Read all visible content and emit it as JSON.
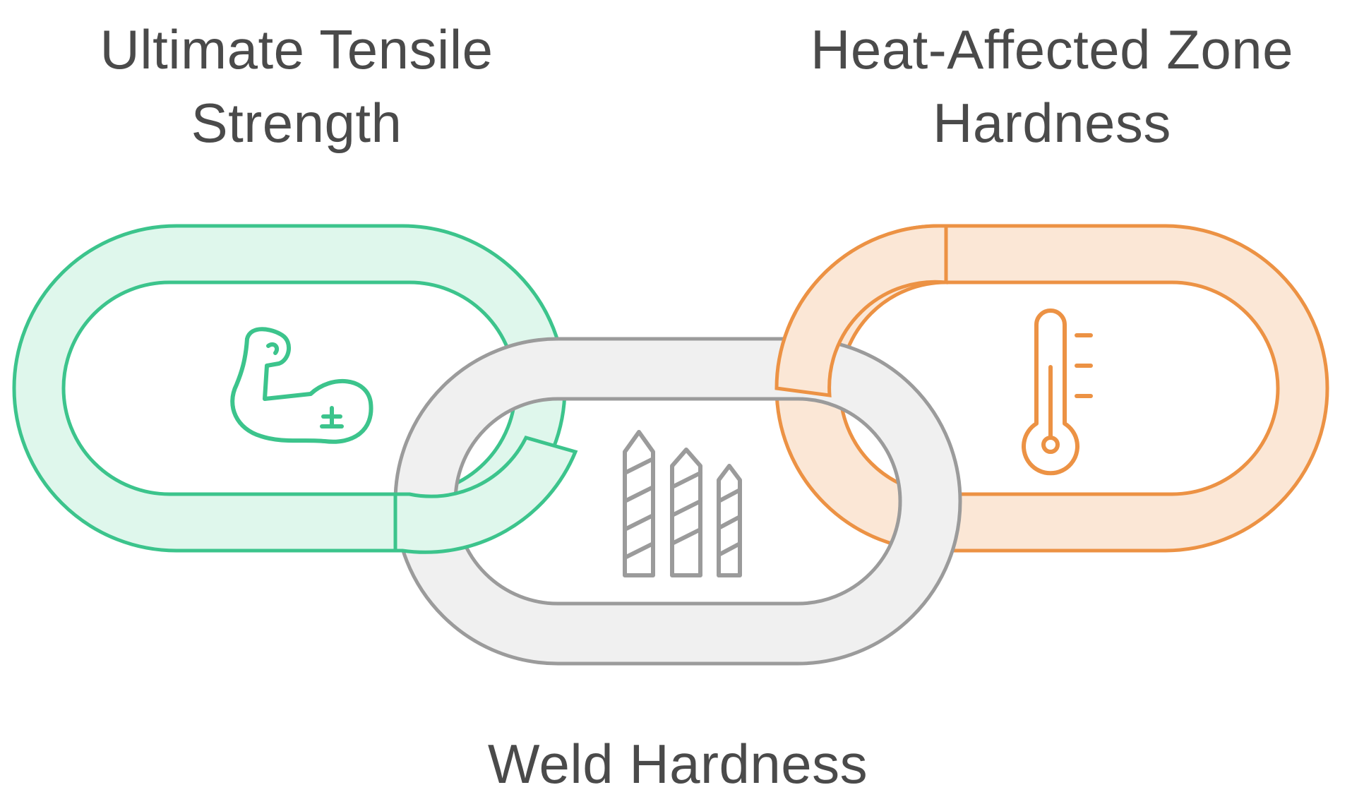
{
  "colors": {
    "green_stroke": "#3cc48c",
    "green_fill": "#dff7ec",
    "gray_stroke": "#9b9b9b",
    "gray_fill": "#f0f0f0",
    "orange_stroke": "#ec9244",
    "orange_fill": "#fbe7d6",
    "text": "#4a4a4a"
  },
  "links": [
    {
      "id": "tensile",
      "label_lines": [
        "Ultimate Tensile",
        "Strength"
      ],
      "icon": "flexed-arm-icon",
      "color": "green"
    },
    {
      "id": "weld",
      "label_lines": [
        "Weld Hardness"
      ],
      "icon": "drill-bits-icon",
      "color": "gray"
    },
    {
      "id": "haz",
      "label_lines": [
        "Heat-Affected Zone",
        "Hardness"
      ],
      "icon": "thermometer-icon",
      "color": "orange"
    }
  ]
}
